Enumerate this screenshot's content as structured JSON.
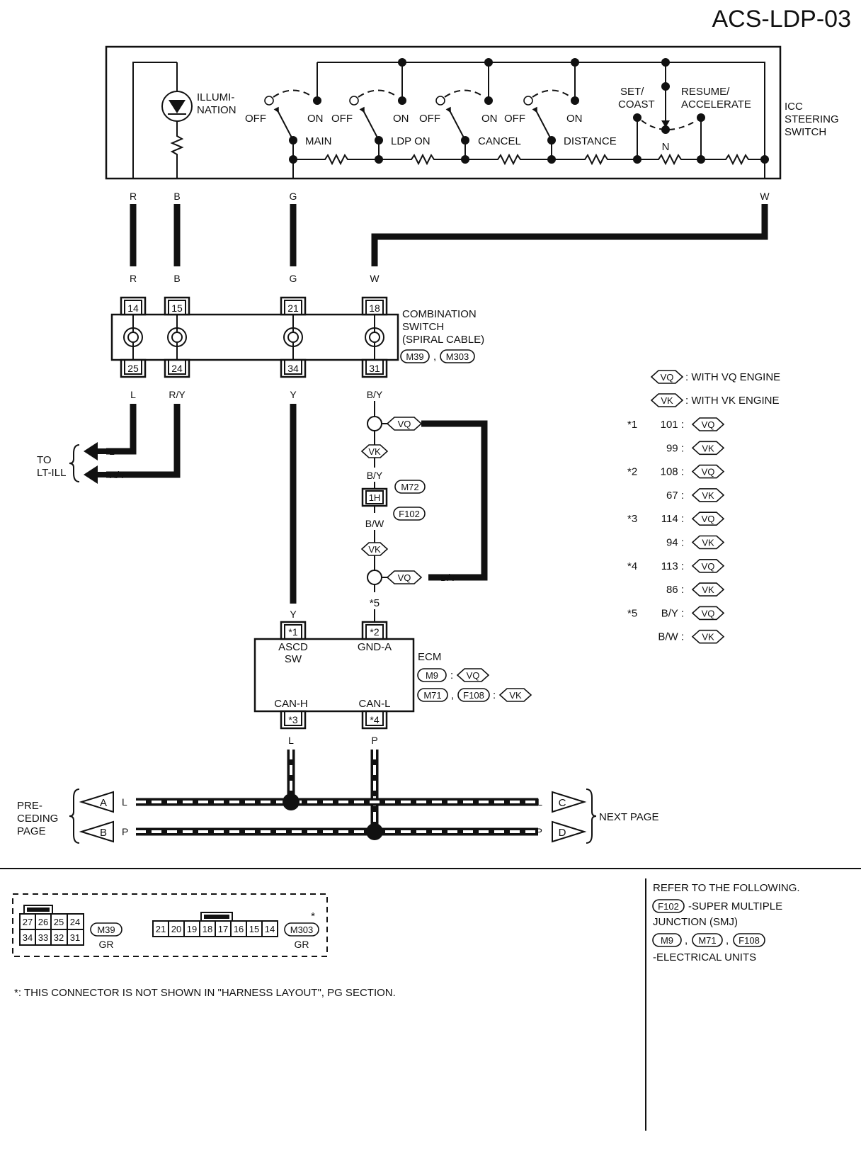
{
  "page_id": "ACS-LDP-03",
  "icc_switch": {
    "name_lines": [
      "ICC",
      "STEERING",
      "SWITCH"
    ],
    "illumination": [
      "ILLUMI-",
      "NATION"
    ],
    "off": "OFF",
    "on": "ON",
    "main": "MAIN",
    "ldp_on": "LDP ON",
    "cancel": "CANCEL",
    "distance": "DISTANCE",
    "set_coast": [
      "SET/",
      "COAST"
    ],
    "resume": [
      "RESUME/",
      "ACCELERATE"
    ],
    "neutral": "N"
  },
  "wire_colors": {
    "r": "R",
    "b": "B",
    "g": "G",
    "w": "W",
    "l": "L",
    "ry": "R/Y",
    "y": "Y",
    "by": "B/Y",
    "bw": "B/W",
    "p": "P"
  },
  "combination_switch": {
    "name_lines": [
      "COMBINATION",
      "SWITCH",
      "(SPIRAL CABLE)"
    ],
    "connectors": [
      "M39",
      "M303"
    ],
    "top_pins": [
      "14",
      "15",
      "21",
      "18"
    ],
    "bottom_pins": [
      "25",
      "24",
      "34",
      "31"
    ]
  },
  "to_lt_ill": [
    "TO",
    "LT-ILL"
  ],
  "variants": {
    "vq": "VQ",
    "vk": "VK"
  },
  "smj": {
    "pin": "1H",
    "m72": "M72",
    "f102": "F102",
    "star5": "*5"
  },
  "ecm": {
    "name": "ECM",
    "pin_asc": "*1",
    "pin_gnd": "*2",
    "pin_canh": "*3",
    "pin_canl": "*4",
    "ascd": [
      "ASCD",
      "SW"
    ],
    "gnda": "GND-A",
    "canh": "CAN-H",
    "canl": "CAN-L",
    "m9": "M9",
    "m71": "M71",
    "f108": "F108"
  },
  "can_bus": {
    "preceding": [
      "PRE-",
      "CEDING",
      "PAGE"
    ],
    "next": "NEXT PAGE",
    "a": "A",
    "b": "B",
    "c": "C",
    "d": "D"
  },
  "legend": {
    "vq_text": ": WITH VQ ENGINE",
    "vk_text": ": WITH VK ENGINE",
    "rows": [
      {
        "star": "*1",
        "val": "101 :",
        "eng": "VQ"
      },
      {
        "star": "",
        "val": "99 :",
        "eng": "VK"
      },
      {
        "star": "*2",
        "val": "108 :",
        "eng": "VQ"
      },
      {
        "star": "",
        "val": "67 :",
        "eng": "VK"
      },
      {
        "star": "*3",
        "val": "114 :",
        "eng": "VQ"
      },
      {
        "star": "",
        "val": "94 :",
        "eng": "VK"
      },
      {
        "star": "*4",
        "val": "113 :",
        "eng": "VQ"
      },
      {
        "star": "",
        "val": "86 :",
        "eng": "VK"
      },
      {
        "star": "*5",
        "val": "B/Y :",
        "eng": "VQ"
      },
      {
        "star": "",
        "val": "B/W :",
        "eng": "VK"
      }
    ]
  },
  "connector_views": {
    "m39_top": [
      "27",
      "26",
      "25",
      "24"
    ],
    "m39_bottom": [
      "34",
      "33",
      "32",
      "31"
    ],
    "m39_label": "M39",
    "m39_color": "GR",
    "m303_pins": [
      "21",
      "20",
      "19",
      "18",
      "17",
      "16",
      "15",
      "14"
    ],
    "m303_label": "M303",
    "m303_color": "GR",
    "m303_star": "*"
  },
  "footnote": "*: THIS CONNECTOR IS NOT SHOWN IN \"HARNESS LAYOUT\", PG SECTION.",
  "refer": {
    "heading": "REFER TO THE FOLLOWING.",
    "f102": "F102",
    "smj_text": "-SUPER MULTIPLE",
    "smj_text2": "JUNCTION (SMJ)",
    "m9": "M9",
    "m71": "M71",
    "f108": "F108",
    "eu_text": "-ELECTRICAL UNITS"
  }
}
